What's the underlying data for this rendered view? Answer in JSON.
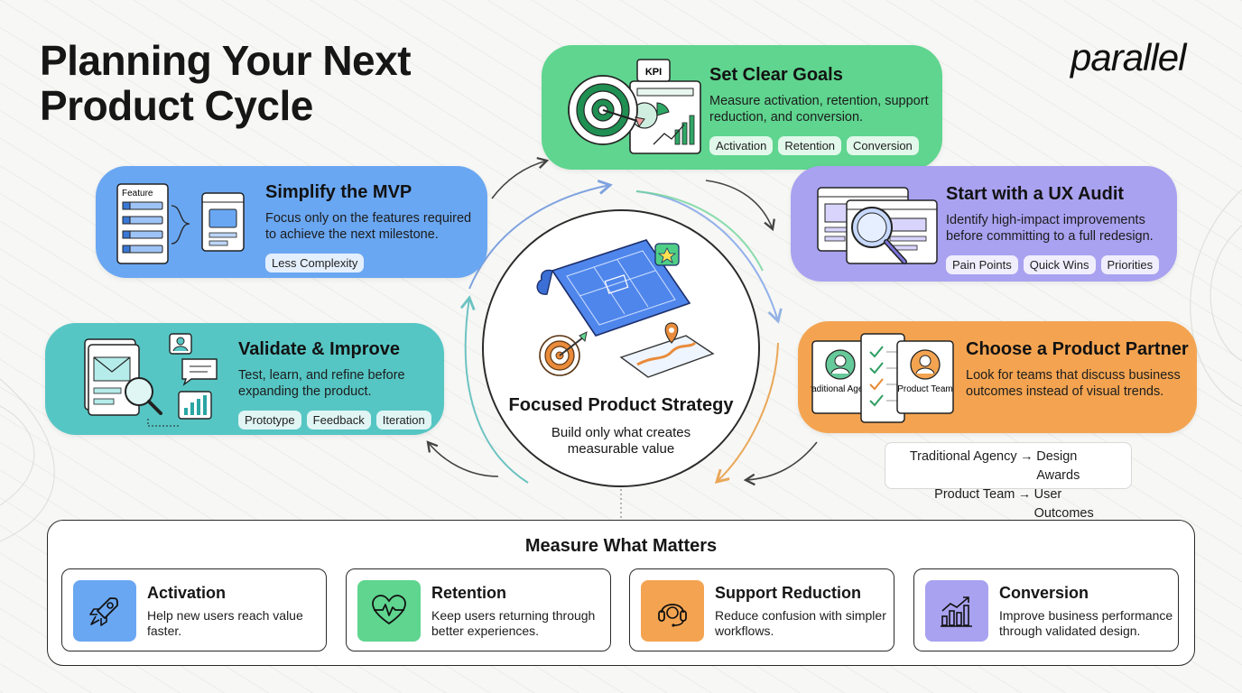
{
  "page": {
    "title": "Planning Your Next Product Cycle",
    "logo": "parallel"
  },
  "center": {
    "title": "Focused Product Strategy",
    "subtitle": "Build only what creates measurable value"
  },
  "cards": {
    "goals": {
      "title": "Set Clear Goals",
      "text": "Measure activation, retention, support reduction, and conversion.",
      "art_label": "KPI",
      "chips": [
        "Activation",
        "Retention",
        "Conversion"
      ]
    },
    "mvp": {
      "title": "Simplify the MVP",
      "text": "Focus only on the features required to achieve the next milestone.",
      "art_label": "Feature",
      "chips": [
        "Less Complexity"
      ]
    },
    "audit": {
      "title": "Start with a UX Audit",
      "text": "Identify high-impact improvements before committing to a full redesign.",
      "chips": [
        "Pain Points",
        "Quick Wins",
        "Priorities"
      ]
    },
    "validate": {
      "title": "Validate & Improve",
      "text": "Test, learn, and refine before expanding the product.",
      "chips": [
        "Prototype",
        "Feedback",
        "Iteration"
      ]
    },
    "partner": {
      "title": "Choose a Product Partner",
      "text": "Look for teams that discuss business outcomes instead of visual trends.",
      "art_left_label": "Traditional Agency",
      "art_right_label": "Product Team"
    }
  },
  "comparison": [
    {
      "from": "Traditional Agency",
      "arrow": "→",
      "to": "Design Awards"
    },
    {
      "from": "Product Team",
      "arrow": "→",
      "to": "User Outcomes"
    }
  ],
  "measure": {
    "title": "Measure What Matters",
    "metrics": [
      {
        "title": "Activation",
        "text": "Help new users reach value faster.",
        "icon": "rocket-icon",
        "color": "#6aa7f2"
      },
      {
        "title": "Retention",
        "text": "Keep users returning through better experiences.",
        "icon": "heart-pulse-icon",
        "color": "#5fd58f"
      },
      {
        "title": "Support Reduction",
        "text": "Reduce confusion with simpler workflows.",
        "icon": "headset-icon",
        "color": "#f4a451"
      },
      {
        "title": "Conversion",
        "text": "Improve business performance through validated design.",
        "icon": "growth-chart-icon",
        "color": "#a9a2f0"
      }
    ]
  },
  "colors": {
    "goals": "#5fd58f",
    "mvp": "#6aa7f2",
    "audit": "#a9a2f0",
    "validate": "#56c6c4",
    "partner": "#f4a451"
  }
}
